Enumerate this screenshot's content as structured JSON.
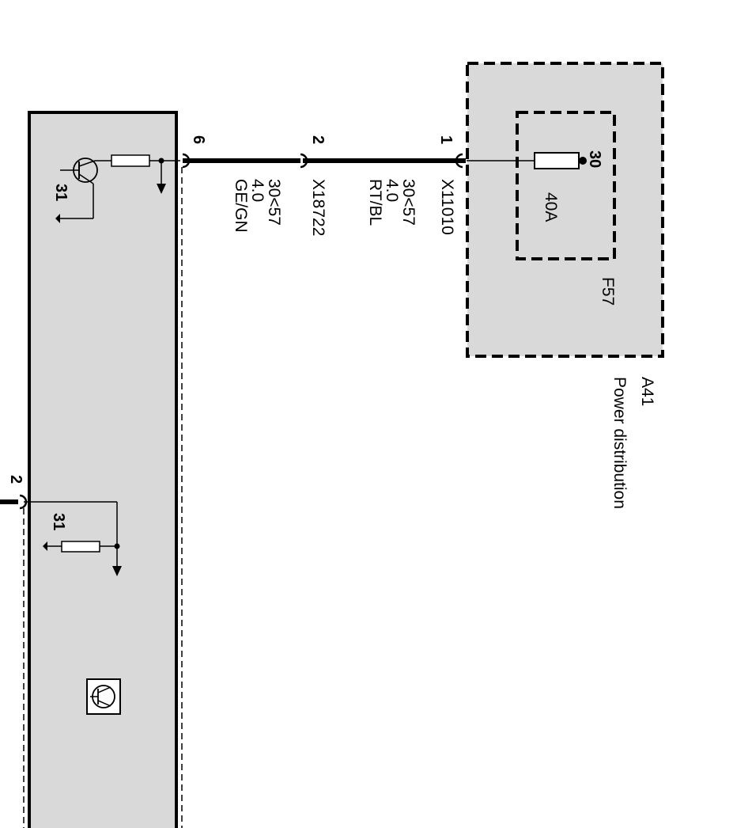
{
  "power_distribution": {
    "id": "A41",
    "name": "Power distribution",
    "fuse": {
      "id": "F57",
      "rating": "40A",
      "terminal": "30"
    }
  },
  "connectors": [
    {
      "pin": "1",
      "id": "X11010"
    },
    {
      "pin": "2",
      "id": "X18722"
    },
    {
      "pin": "6",
      "id": ""
    }
  ],
  "wires": [
    {
      "circuit": "30<57",
      "size": "4.0",
      "color": "RT/BL"
    },
    {
      "circuit": "30<57",
      "size": "4.0",
      "color": "GE/GN"
    }
  ],
  "module": {
    "ground_label_top": "31",
    "ground_label_bottom": "31",
    "pin_bottom": "2"
  },
  "colors": {
    "module_fill": "#d9d9d9",
    "box_fill": "#d9d9d9",
    "line": "#000000"
  }
}
